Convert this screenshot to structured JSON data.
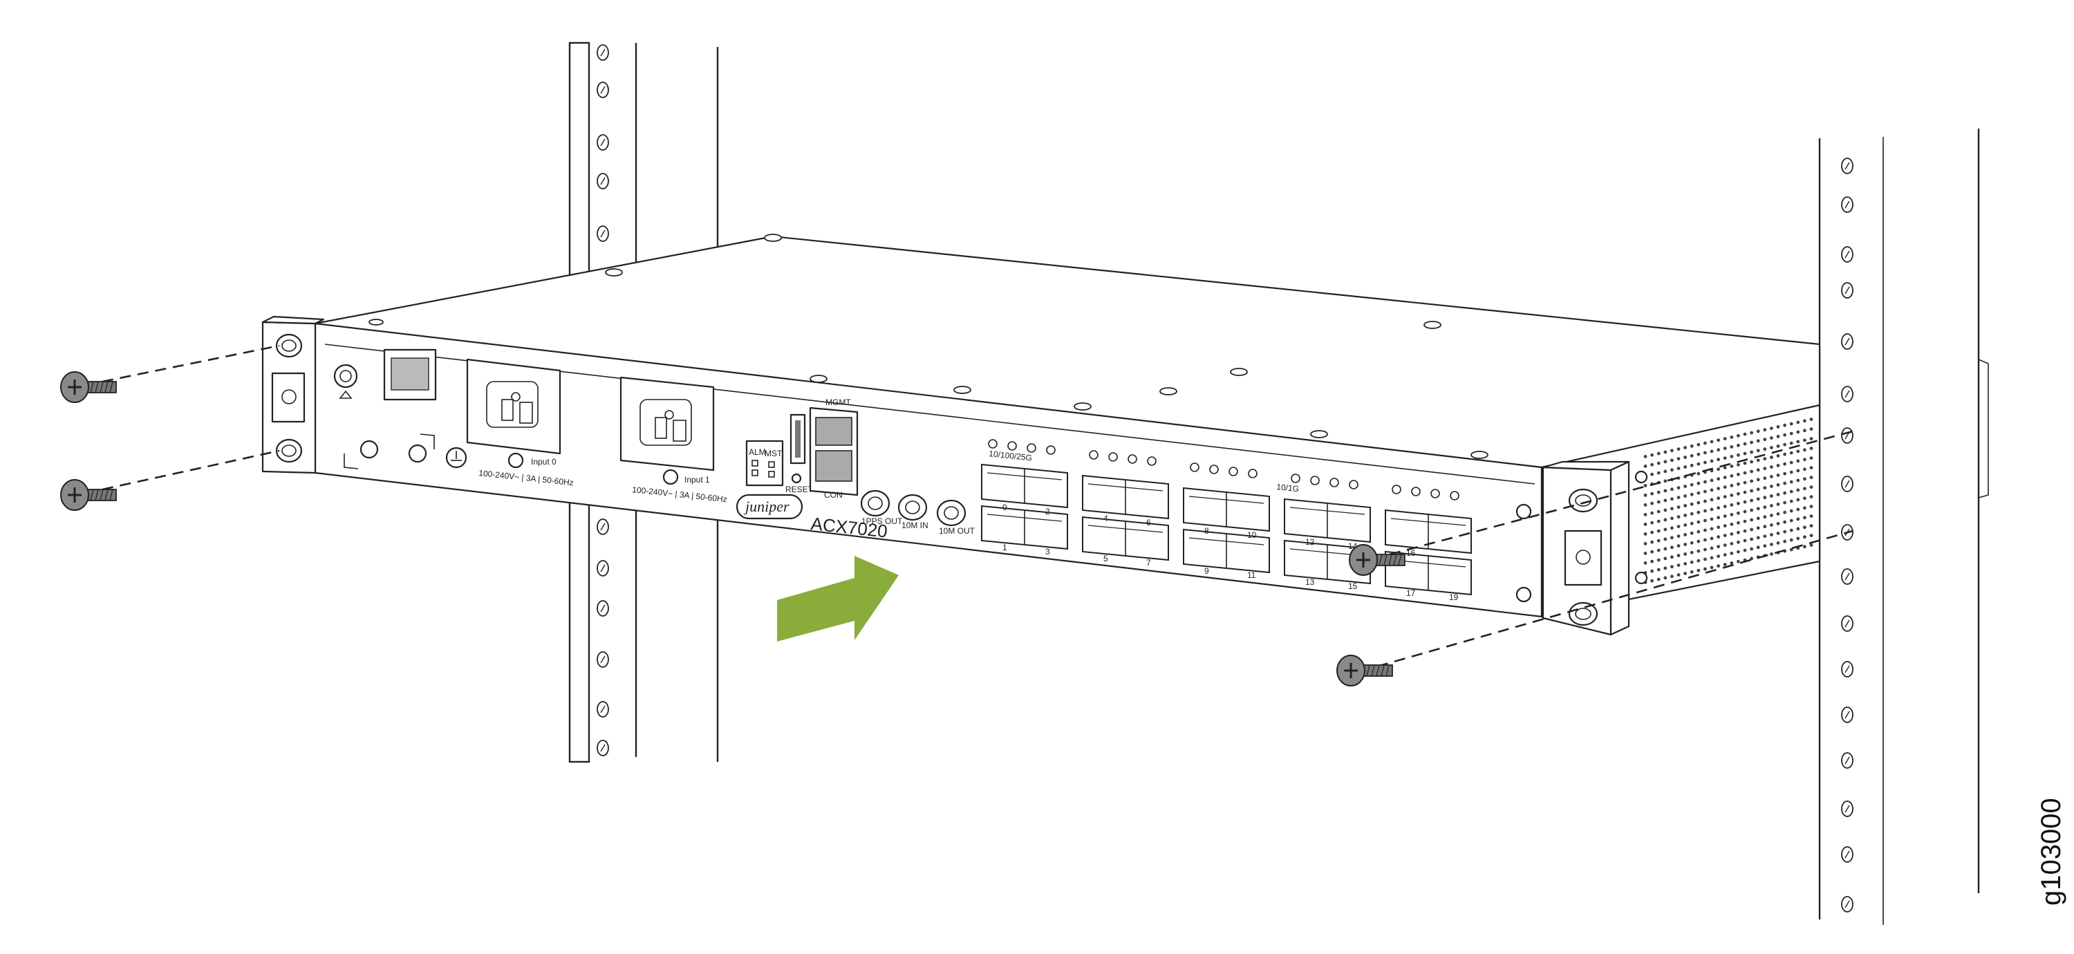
{
  "figure_id": "g103000",
  "chassis": {
    "model": "ACX7020",
    "brand_logo": "juniper",
    "power_inputs": [
      {
        "label": "Input 0",
        "rating": "100-240V~ | 3A | 50-60Hz"
      },
      {
        "label": "Input 1",
        "rating": "100-240V~ | 3A | 50-60Hz"
      }
    ],
    "status_leds": [
      "ALM",
      "MST"
    ],
    "reset_label": "RESET",
    "mgmt_label": "MGMT",
    "console_label": "CON",
    "timing_ports": [
      "1PPS OUT",
      "10M IN",
      "10M OUT"
    ],
    "port_group_labels": [
      "10/100/25G",
      "10/1G"
    ],
    "port_numbers": {
      "top": [
        "0",
        "2",
        "4",
        "6",
        "8",
        "10",
        "12",
        "14",
        "16"
      ],
      "bottom": [
        "1",
        "3",
        "5",
        "7",
        "9",
        "11",
        "13",
        "15",
        "17",
        "19"
      ]
    }
  },
  "colors": {
    "line": "#222222",
    "arrow": "#8aac3b",
    "background": "#ffffff"
  },
  "icons": {
    "screw": "phillips-screw-icon",
    "insert_arrow": "insert-direction-arrow-icon"
  }
}
